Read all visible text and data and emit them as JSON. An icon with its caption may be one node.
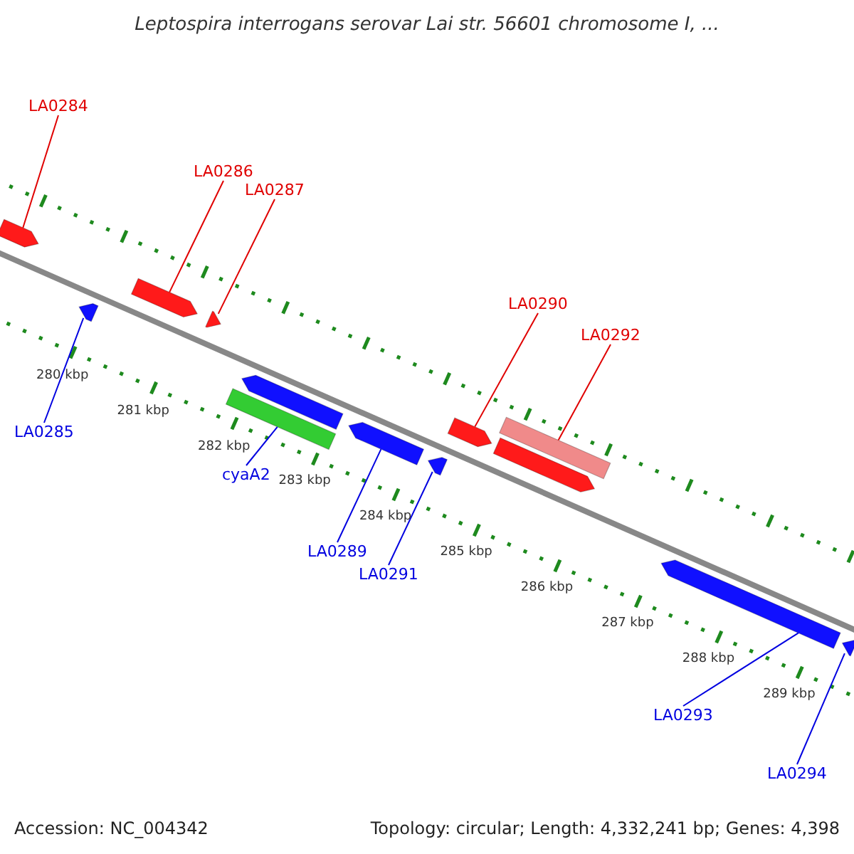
{
  "diagram": {
    "title": "Leptospira interrogans serovar Lai str. 56601 chromosome I, ...",
    "nodes": [
      {
        "text": [
          "LA0284"
        ]
      },
      {
        "text": [
          "LA0286"
        ]
      },
      {
        "text": [
          "LA0287"
        ]
      },
      {
        "text": [
          "LA0290"
        ]
      },
      {
        "text": [
          "LA0292"
        ]
      },
      {
        "text": [
          "LA0285"
        ]
      },
      {
        "text": [
          "cyaA2"
        ]
      },
      {
        "text": [
          "LA0289"
        ]
      },
      {
        "text": [
          "LA0291"
        ]
      },
      {
        "text": [
          "LA0293"
        ]
      },
      {
        "text": [
          "LA0294"
        ]
      },
      {
        "text": [],
        "shape": "bar"
      },
      {
        "text": [],
        "shape": "bar"
      },
      {
        "text": [],
        "shape": "bar"
      },
      {
        "text": [],
        "shape": "bar"
      },
      {
        "text": [],
        "shape": "bar"
      },
      {
        "text": [],
        "shape": "bar"
      },
      {
        "text": [],
        "shape": "bar"
      },
      {
        "text": [],
        "shape": "bar"
      },
      {
        "text": [],
        "shape": "bar"
      },
      {
        "text": [],
        "shape": "bar"
      },
      {
        "text": [],
        "shape": "bar"
      },
      {
        "text": [],
        "shape": "bar"
      },
      {
        "text": [],
        "shape": "bar"
      }
    ],
    "edges": [
      {
        "from": 0,
        "to": 11,
        "arrow": "none",
        "color": "#e00000"
      },
      {
        "from": 1,
        "to": 13,
        "arrow": "none",
        "color": "#e00000"
      },
      {
        "from": 2,
        "to": 14,
        "arrow": "none",
        "color": "#e00000"
      },
      {
        "from": 3,
        "to": 19,
        "arrow": "none",
        "color": "#e00000"
      },
      {
        "from": 4,
        "to": 20,
        "arrow": "none",
        "color": "#e00000"
      },
      {
        "from": 5,
        "to": 12,
        "arrow": "none"
      },
      {
        "from": 6,
        "to": 16,
        "arrow": "none"
      },
      {
        "from": 7,
        "to": 17,
        "arrow": "none"
      },
      {
        "from": 8,
        "to": 18,
        "arrow": "none"
      },
      {
        "from": 9,
        "to": 22,
        "arrow": "none"
      },
      {
        "from": 10,
        "to": 23,
        "arrow": "none"
      }
    ],
    "labels": [
      "280 kbp",
      "281 kbp",
      "282 kbp",
      "283 kbp",
      "284 kbp",
      "285 kbp",
      "286 kbp",
      "287 kbp",
      "288 kbp",
      "289 kbp",
      "Accession: NC_004342",
      "Topology: circular; Length: 4,332,241 bp; Genes: 4,398"
    ]
  }
}
